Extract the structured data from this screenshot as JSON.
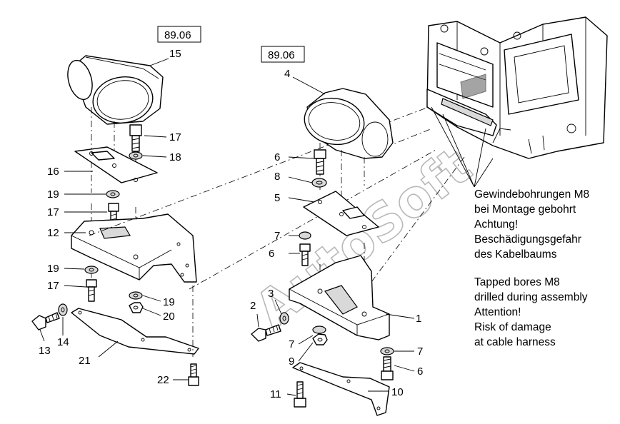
{
  "reference_labels": {
    "left": "89.06",
    "right": "89.06"
  },
  "callouts": {
    "c1": "1",
    "c2": "2",
    "c3": "3",
    "c4": "4",
    "c5": "5",
    "c6a": "6",
    "c6b": "6",
    "c6c": "6",
    "c7a": "7",
    "c7b": "7",
    "c7c": "7",
    "c8": "8",
    "c9": "9",
    "c10": "10",
    "c11": "11",
    "c12": "12",
    "c13": "13",
    "c14": "14",
    "c15": "15",
    "c16": "16",
    "c17a": "17",
    "c17b": "17",
    "c17c": "17",
    "c18": "18",
    "c19a": "19",
    "c19b": "19",
    "c19c": "19",
    "c20": "20",
    "c21": "21",
    "c22": "22"
  },
  "watermark": "AutoSoft",
  "notes": {
    "german": [
      "Gewindebohrungen M8",
      "bei Montage gebohrt",
      "Achtung!",
      "Beschädigungsgefahr",
      "des Kabelbaums"
    ],
    "english": [
      "Tapped bores M8",
      "drilled during assembly",
      "Attention!",
      "Risk of damage",
      "at cable harness"
    ]
  }
}
